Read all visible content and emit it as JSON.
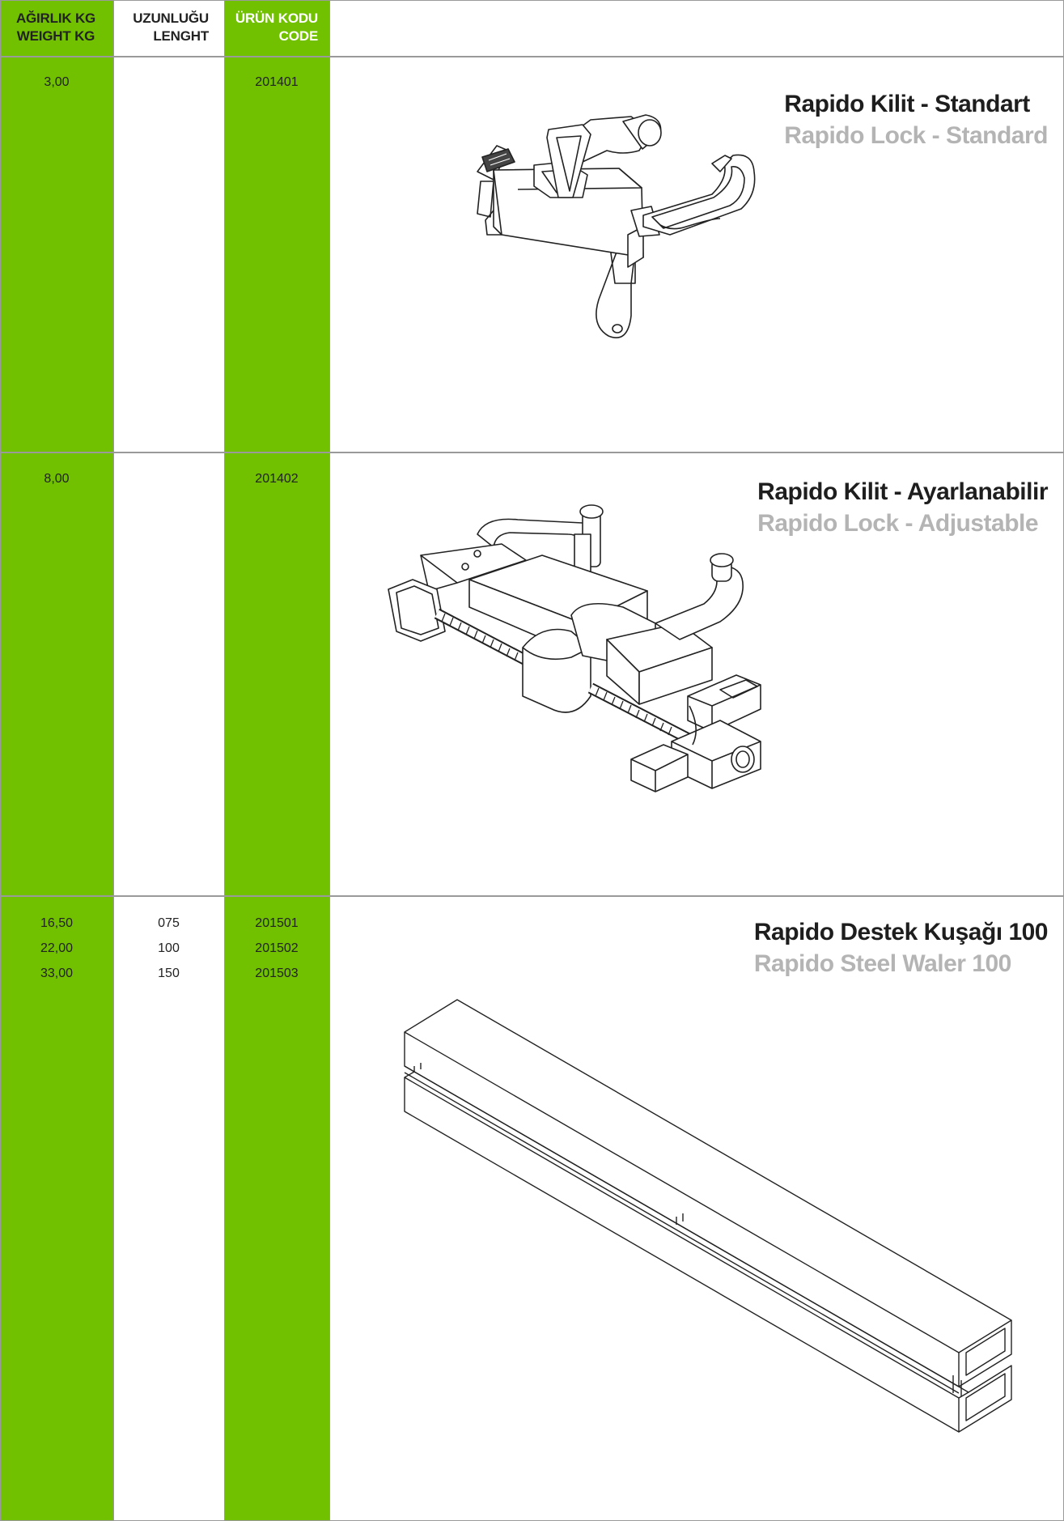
{
  "headers": {
    "weight": {
      "tr": "AĞIRLIK KG",
      "en": "WEIGHT KG"
    },
    "length": {
      "tr": "UZUNLUĞU",
      "en": "LENGHT"
    },
    "code": {
      "tr": "ÜRÜN KODU",
      "en": "CODE"
    }
  },
  "colors": {
    "accent_green": "#71c100",
    "grid_line": "#9a9a9a",
    "title_dark": "#1e1e1e",
    "title_gray": "#b4b4b4"
  },
  "products": [
    {
      "title_tr": "Rapido Kilit - Standart",
      "title_en": "Rapido Lock - Standard",
      "image": "rapido-lock-standard-drawing",
      "rows": [
        {
          "weight": "3,00",
          "length": "",
          "code": "201401"
        }
      ]
    },
    {
      "title_tr": "Rapido Kilit - Ayarlanabilir",
      "title_en": "Rapido Lock - Adjustable",
      "image": "rapido-lock-adjustable-drawing",
      "rows": [
        {
          "weight": "8,00",
          "length": "",
          "code": "201402"
        }
      ]
    },
    {
      "title_tr": "Rapido Destek Kuşağı 100",
      "title_en": "Rapido Steel Waler 100",
      "image": "rapido-steel-waler-drawing",
      "rows": [
        {
          "weight": "16,50",
          "length": "075",
          "code": "201501"
        },
        {
          "weight": "22,00",
          "length": "100",
          "code": "201502"
        },
        {
          "weight": "33,00",
          "length": "150",
          "code": "201503"
        }
      ]
    }
  ]
}
